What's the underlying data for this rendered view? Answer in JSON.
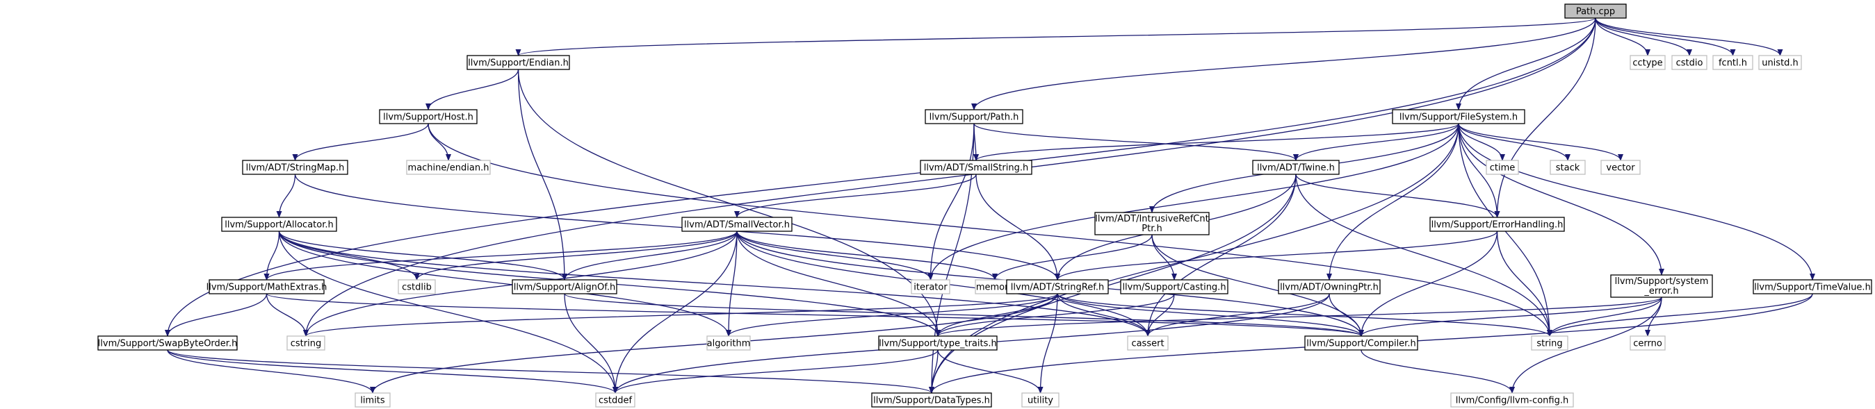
{
  "title": "Path.cpp",
  "colors": {
    "edge": "#191970",
    "root_fill": "#bfbfbf",
    "system_border": "#bfbfbf",
    "node_border": "#000000"
  },
  "nodes": [
    {
      "id": "path_cpp",
      "lines": [
        "Path.cpp"
      ],
      "kind": "root"
    },
    {
      "id": "endian_h",
      "lines": [
        "llvm/Support/Endian.h"
      ],
      "kind": "internal"
    },
    {
      "id": "cctype",
      "lines": [
        "cctype"
      ],
      "kind": "system"
    },
    {
      "id": "cstdio",
      "lines": [
        "cstdio"
      ],
      "kind": "system"
    },
    {
      "id": "fcntl_h",
      "lines": [
        "fcntl.h"
      ],
      "kind": "system"
    },
    {
      "id": "unistd_h",
      "lines": [
        "unistd.h"
      ],
      "kind": "system"
    },
    {
      "id": "host_h",
      "lines": [
        "llvm/Support/Host.h"
      ],
      "kind": "internal"
    },
    {
      "id": "support_path_h",
      "lines": [
        "llvm/Support/Path.h"
      ],
      "kind": "internal"
    },
    {
      "id": "filesystem_h",
      "lines": [
        "llvm/Support/FileSystem.h"
      ],
      "kind": "internal"
    },
    {
      "id": "stringmap_h",
      "lines": [
        "llvm/ADT/StringMap.h"
      ],
      "kind": "internal"
    },
    {
      "id": "machine_endian_h",
      "lines": [
        "machine/endian.h"
      ],
      "kind": "system"
    },
    {
      "id": "smallstring_h",
      "lines": [
        "llvm/ADT/SmallString.h"
      ],
      "kind": "internal"
    },
    {
      "id": "twine_h",
      "lines": [
        "llvm/ADT/Twine.h"
      ],
      "kind": "internal"
    },
    {
      "id": "ctime",
      "lines": [
        "ctime"
      ],
      "kind": "system"
    },
    {
      "id": "stack",
      "lines": [
        "stack"
      ],
      "kind": "system"
    },
    {
      "id": "vector",
      "lines": [
        "vector"
      ],
      "kind": "system"
    },
    {
      "id": "allocator_h",
      "lines": [
        "llvm/Support/Allocator.h"
      ],
      "kind": "internal"
    },
    {
      "id": "smallvector_h",
      "lines": [
        "llvm/ADT/SmallVector.h"
      ],
      "kind": "internal"
    },
    {
      "id": "intrusiverefcntptr_h",
      "lines": [
        "llvm/ADT/IntrusiveRefCnt",
        "Ptr.h"
      ],
      "kind": "internal"
    },
    {
      "id": "errorhandling_h",
      "lines": [
        "llvm/Support/ErrorHandling.h"
      ],
      "kind": "internal"
    },
    {
      "id": "mathextras_h",
      "lines": [
        "llvm/Support/MathExtras.h"
      ],
      "kind": "internal"
    },
    {
      "id": "cstdlib",
      "lines": [
        "cstdlib"
      ],
      "kind": "system"
    },
    {
      "id": "alignof_h",
      "lines": [
        "llvm/Support/AlignOf.h"
      ],
      "kind": "internal"
    },
    {
      "id": "iterator",
      "lines": [
        "iterator"
      ],
      "kind": "system"
    },
    {
      "id": "memory",
      "lines": [
        "memory"
      ],
      "kind": "system"
    },
    {
      "id": "stringref_h",
      "lines": [
        "llvm/ADT/StringRef.h"
      ],
      "kind": "internal"
    },
    {
      "id": "casting_h",
      "lines": [
        "llvm/Support/Casting.h"
      ],
      "kind": "internal"
    },
    {
      "id": "owningptr_h",
      "lines": [
        "llvm/ADT/OwningPtr.h"
      ],
      "kind": "internal"
    },
    {
      "id": "system_error_h",
      "lines": [
        "llvm/Support/system",
        "_error.h"
      ],
      "kind": "internal"
    },
    {
      "id": "timevalue_h",
      "lines": [
        "llvm/Support/TimeValue.h"
      ],
      "kind": "internal"
    },
    {
      "id": "swapbyteorder_h",
      "lines": [
        "llvm/Support/SwapByteOrder.h"
      ],
      "kind": "internal"
    },
    {
      "id": "cstring",
      "lines": [
        "cstring"
      ],
      "kind": "system"
    },
    {
      "id": "algorithm",
      "lines": [
        "algorithm"
      ],
      "kind": "system"
    },
    {
      "id": "type_traits_h",
      "lines": [
        "llvm/Support/type_traits.h"
      ],
      "kind": "internal"
    },
    {
      "id": "cassert",
      "lines": [
        "cassert"
      ],
      "kind": "system"
    },
    {
      "id": "compiler_h",
      "lines": [
        "llvm/Support/Compiler.h"
      ],
      "kind": "internal"
    },
    {
      "id": "string",
      "lines": [
        "string"
      ],
      "kind": "system"
    },
    {
      "id": "cerrno",
      "lines": [
        "cerrno"
      ],
      "kind": "system"
    },
    {
      "id": "limits",
      "lines": [
        "limits"
      ],
      "kind": "system"
    },
    {
      "id": "cstddef",
      "lines": [
        "cstddef"
      ],
      "kind": "system"
    },
    {
      "id": "datatypes_h",
      "lines": [
        "llvm/Support/DataTypes.h"
      ],
      "kind": "internal"
    },
    {
      "id": "utility",
      "lines": [
        "utility"
      ],
      "kind": "system"
    },
    {
      "id": "llvm_config_h",
      "lines": [
        "llvm/Config/llvm-config.h"
      ],
      "kind": "system"
    }
  ],
  "edges": [
    [
      "path_cpp",
      "endian_h"
    ],
    [
      "path_cpp",
      "cctype"
    ],
    [
      "path_cpp",
      "cstdio"
    ],
    [
      "path_cpp",
      "fcntl_h"
    ],
    [
      "path_cpp",
      "unistd_h"
    ],
    [
      "path_cpp",
      "support_path_h"
    ],
    [
      "path_cpp",
      "filesystem_h"
    ],
    [
      "path_cpp",
      "errorhandling_h"
    ],
    [
      "path_cpp",
      "swapbyteorder_h"
    ],
    [
      "path_cpp",
      "cstring"
    ],
    [
      "endian_h",
      "host_h"
    ],
    [
      "endian_h",
      "alignof_h"
    ],
    [
      "endian_h",
      "type_traits_h"
    ],
    [
      "host_h",
      "stringmap_h"
    ],
    [
      "host_h",
      "machine_endian_h"
    ],
    [
      "host_h",
      "string"
    ],
    [
      "stringmap_h",
      "allocator_h"
    ],
    [
      "stringmap_h",
      "stringref_h"
    ],
    [
      "allocator_h",
      "mathextras_h"
    ],
    [
      "allocator_h",
      "alignof_h"
    ],
    [
      "allocator_h",
      "cstdlib"
    ],
    [
      "allocator_h",
      "cstddef"
    ],
    [
      "allocator_h",
      "algorithm"
    ],
    [
      "allocator_h",
      "cassert"
    ],
    [
      "allocator_h",
      "type_traits_h"
    ],
    [
      "support_path_h",
      "smallstring_h"
    ],
    [
      "support_path_h",
      "twine_h"
    ],
    [
      "support_path_h",
      "iterator"
    ],
    [
      "support_path_h",
      "datatypes_h"
    ],
    [
      "smallstring_h",
      "smallvector_h"
    ],
    [
      "smallstring_h",
      "stringref_h"
    ],
    [
      "smallvector_h",
      "mathextras_h"
    ],
    [
      "smallvector_h",
      "alignof_h"
    ],
    [
      "smallvector_h",
      "cstdlib"
    ],
    [
      "smallvector_h",
      "iterator"
    ],
    [
      "smallvector_h",
      "memory"
    ],
    [
      "smallvector_h",
      "cstring"
    ],
    [
      "smallvector_h",
      "algorithm"
    ],
    [
      "smallvector_h",
      "type_traits_h"
    ],
    [
      "smallvector_h",
      "cassert"
    ],
    [
      "smallvector_h",
      "compiler_h"
    ],
    [
      "smallvector_h",
      "cstddef"
    ],
    [
      "mathextras_h",
      "swapbyteorder_h"
    ],
    [
      "mathextras_h",
      "cstring"
    ],
    [
      "mathextras_h",
      "compiler_h"
    ],
    [
      "swapbyteorder_h",
      "limits"
    ],
    [
      "swapbyteorder_h",
      "cstddef"
    ],
    [
      "swapbyteorder_h",
      "datatypes_h"
    ],
    [
      "alignof_h",
      "cstddef"
    ],
    [
      "alignof_h",
      "compiler_h"
    ],
    [
      "filesystem_h",
      "smallstring_h"
    ],
    [
      "filesystem_h",
      "twine_h"
    ],
    [
      "filesystem_h",
      "intrusiverefcntptr_h"
    ],
    [
      "filesystem_h",
      "owningptr_h"
    ],
    [
      "filesystem_h",
      "errorhandling_h"
    ],
    [
      "filesystem_h",
      "system_error_h"
    ],
    [
      "filesystem_h",
      "timevalue_h"
    ],
    [
      "filesystem_h",
      "ctime"
    ],
    [
      "filesystem_h",
      "stack"
    ],
    [
      "filesystem_h",
      "vector"
    ],
    [
      "filesystem_h",
      "iterator"
    ],
    [
      "filesystem_h",
      "string"
    ],
    [
      "filesystem_h",
      "datatypes_h"
    ],
    [
      "twine_h",
      "stringref_h"
    ],
    [
      "twine_h",
      "errorhandling_h"
    ],
    [
      "twine_h",
      "cassert"
    ],
    [
      "twine_h",
      "string"
    ],
    [
      "twine_h",
      "datatypes_h"
    ],
    [
      "intrusiverefcntptr_h",
      "casting_h"
    ],
    [
      "intrusiverefcntptr_h",
      "memory"
    ],
    [
      "intrusiverefcntptr_h",
      "compiler_h"
    ],
    [
      "casting_h",
      "type_traits_h"
    ],
    [
      "casting_h",
      "cassert"
    ],
    [
      "errorhandling_h",
      "stringref_h"
    ],
    [
      "errorhandling_h",
      "compiler_h"
    ],
    [
      "errorhandling_h",
      "string"
    ],
    [
      "stringref_h",
      "type_traits_h"
    ],
    [
      "stringref_h",
      "algorithm"
    ],
    [
      "stringref_h",
      "cassert"
    ],
    [
      "stringref_h",
      "cstring"
    ],
    [
      "stringref_h",
      "limits"
    ],
    [
      "stringref_h",
      "string"
    ],
    [
      "stringref_h",
      "utility"
    ],
    [
      "stringref_h",
      "compiler_h"
    ],
    [
      "owningptr_h",
      "compiler_h"
    ],
    [
      "owningptr_h",
      "cassert"
    ],
    [
      "owningptr_h",
      "cstddef"
    ],
    [
      "system_error_h",
      "compiler_h"
    ],
    [
      "system_error_h",
      "cerrno"
    ],
    [
      "system_error_h",
      "string"
    ],
    [
      "system_error_h",
      "llvm_config_h"
    ],
    [
      "system_error_h",
      "type_traits_h"
    ],
    [
      "timevalue_h",
      "datatypes_h"
    ],
    [
      "timevalue_h",
      "string"
    ],
    [
      "type_traits_h",
      "datatypes_h"
    ],
    [
      "type_traits_h",
      "cstddef"
    ],
    [
      "type_traits_h",
      "utility"
    ],
    [
      "compiler_h",
      "llvm_config_h"
    ]
  ]
}
